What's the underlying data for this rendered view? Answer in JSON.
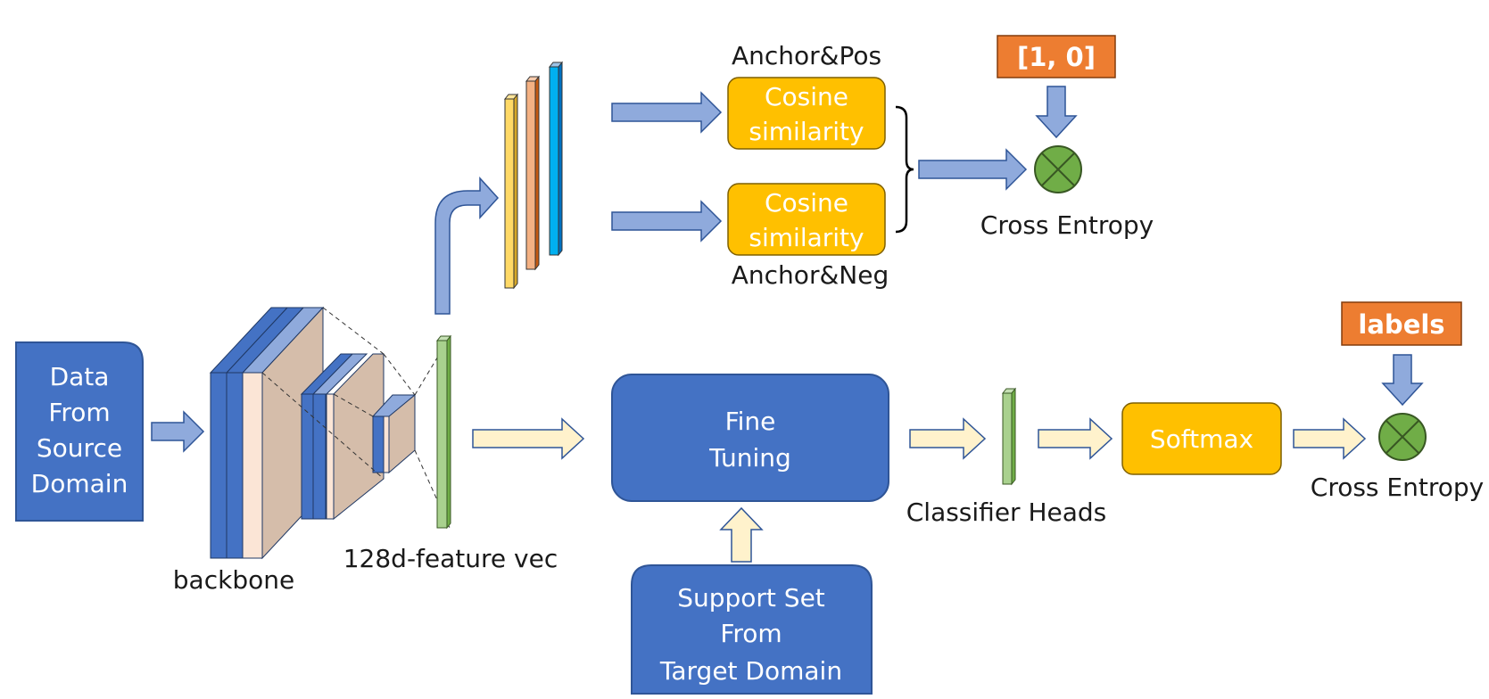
{
  "source": {
    "lines": [
      "Data",
      "From",
      "Source",
      "Domain"
    ],
    "color": "#4472C4"
  },
  "labels": {
    "backbone": "backbone",
    "feature_vec": "128d-feature vec",
    "anchor_pos": "Anchor&Pos",
    "anchor_neg": "Anchor&Neg",
    "cross_entropy_top": "Cross Entropy",
    "classifier_heads": "Classifier Heads",
    "cross_entropy_bottom": "Cross Entropy"
  },
  "cosine_boxes": [
    {
      "lines": [
        "Cosine",
        "similarity"
      ]
    },
    {
      "lines": [
        "Cosine",
        "similarity"
      ]
    }
  ],
  "target_labels": {
    "pair_label": "[1, 0]",
    "class_labels": "labels"
  },
  "fine_tuning": {
    "lines": [
      "Fine",
      "Tuning"
    ]
  },
  "support_set": {
    "lines": [
      "Support Set",
      "From",
      "Target Domain"
    ]
  },
  "softmax": {
    "label": "Softmax"
  },
  "colors": {
    "blue_box": "#4472C4",
    "yellow_box": "#FFC000",
    "orange_tag": "#ED7D31",
    "green_op": "#70AD47",
    "arrow_blue": "#8FAADC",
    "arrow_cream": "#FFF2CC",
    "feature_green": "#A9D18E",
    "vec_yellow": "#FFD966",
    "vec_salmon": "#F4B183",
    "vec_cyan": "#00B0F0",
    "backbone_beige": "#D5BDAA"
  }
}
